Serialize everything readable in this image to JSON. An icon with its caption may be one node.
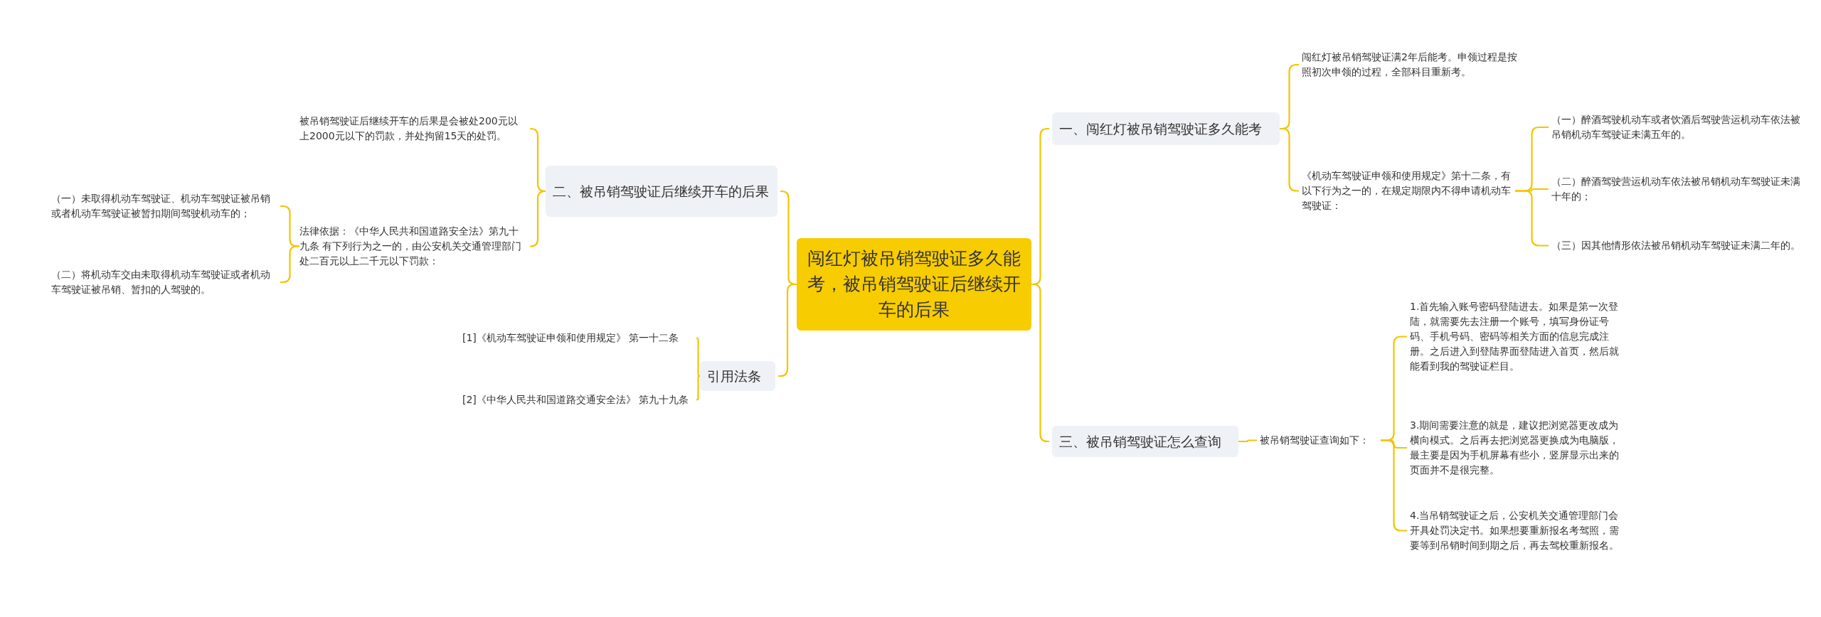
{
  "diagram": {
    "nodes": [
      {
        "text": [
          "闯红灯被吊销驾驶证多久能考，被吊销驾驶证后继续开车的后果"
        ]
      },
      {
        "text": [
          "一、闯红灯被吊销驾驶证多久能考"
        ]
      },
      {
        "text": [
          "闯红灯被吊销驾驶证满2年后能考。申领过程是按照初次申领的过程，全部科目重新考。"
        ]
      },
      {
        "text": [
          "《机动车驾驶证申领和使用规定》第十二条，有以下行为之一的，在规定期限内不得申请机动车驾驶证："
        ]
      },
      {
        "text": [
          "（一）醉酒驾驶机动车或者饮酒后驾驶营运机动车依法被吊销机动车驾驶证未满五年的。"
        ]
      },
      {
        "text": [
          "（二）醉酒驾驶营运机动车依法被吊销机动车驾驶证未满十年的；"
        ]
      },
      {
        "text": [
          "（三）因其他情形依法被吊销机动车驾驶证未满二年的。"
        ]
      },
      {
        "text": [
          "三、被吊销驾驶证怎么查询"
        ]
      },
      {
        "text": [
          "被吊销驾驶证查询如下："
        ]
      },
      {
        "text": [
          "1.首先输入账号密码登陆进去。如果是第一次登陆，就需要先去注册一个账号，填写身份证号码、手机号码、密码等相关方面的信息完成注册。之后进入到登陆界面登陆进入首页，然后就能看到我的驾驶证栏目。"
        ]
      },
      {
        "text": [
          "3.期间需要注意的就是，建议把浏览器更改成为横向模式。之后再去把浏览器更换成为电脑版，最主要是因为手机屏幕有些小，竖屏显示出来的页面并不是很完整。"
        ]
      },
      {
        "text": [
          "4.当吊销驾驶证之后，公安机关交通管理部门会开具处罚决定书。如果想要重新报名考驾照，需要等到吊销时间到期之后，再去驾校重新报名。"
        ]
      },
      {
        "text": [
          "二、被吊销驾驶证后继续开车的后果"
        ]
      },
      {
        "text": [
          "被吊销驾驶证后继续开车的后果是会被处200元以上2000元以下的罚款，并处拘留15天的处罚。"
        ]
      },
      {
        "text": [
          "法律依据：《中华人民共和国道路安全法》第九十九条 有下列行为之一的，由公安机关交通管理部门处二百元以上二千元以下罚款："
        ]
      },
      {
        "text": [
          "（一）未取得机动车驾驶证、机动车驾驶证被吊销或者机动车驾驶证被暂扣期间驾驶机动车的；"
        ]
      },
      {
        "text": [
          "（二）将机动车交由未取得机动车驾驶证或者机动车驾驶证被吊销、暂扣的人驾驶的。"
        ]
      },
      {
        "text": [
          "引用法条"
        ]
      },
      {
        "text": [
          "[1]《机动车驾驶证申领和使用规定》 第一十二条"
        ]
      },
      {
        "text": [
          "[2]《中华人民共和国道路交通安全法》 第九十九条"
        ]
      }
    ],
    "edges": [
      {
        "from": 0,
        "to": 1,
        "arrow": "none"
      },
      {
        "from": 1,
        "to": 2,
        "arrow": "none"
      },
      {
        "from": 1,
        "to": 3,
        "arrow": "none"
      },
      {
        "from": 3,
        "to": 4,
        "arrow": "none"
      },
      {
        "from": 3,
        "to": 5,
        "arrow": "none"
      },
      {
        "from": 3,
        "to": 6,
        "arrow": "none"
      },
      {
        "from": 0,
        "to": 7,
        "arrow": "none"
      },
      {
        "from": 7,
        "to": 8,
        "arrow": "none"
      },
      {
        "from": 8,
        "to": 9,
        "arrow": "none"
      },
      {
        "from": 8,
        "to": 10,
        "arrow": "none"
      },
      {
        "from": 8,
        "to": 11,
        "arrow": "none"
      },
      {
        "from": 0,
        "to": 12,
        "arrow": "none"
      },
      {
        "from": 12,
        "to": 13,
        "arrow": "none"
      },
      {
        "from": 12,
        "to": 14,
        "arrow": "none"
      },
      {
        "from": 14,
        "to": 15,
        "arrow": "none"
      },
      {
        "from": 14,
        "to": 16,
        "arrow": "none"
      },
      {
        "from": 0,
        "to": 17,
        "arrow": "none"
      },
      {
        "from": 17,
        "to": 18,
        "arrow": "none"
      },
      {
        "from": 17,
        "to": 19,
        "arrow": "none"
      }
    ]
  }
}
